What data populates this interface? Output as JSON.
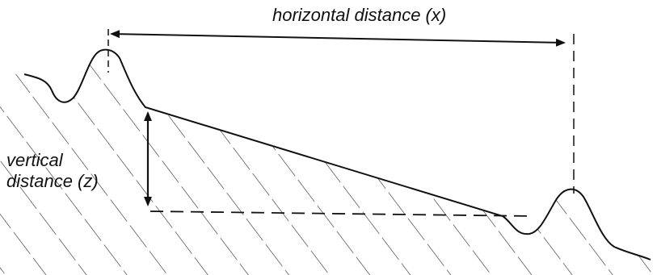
{
  "labels": {
    "horizontal": "horizontal distance (x)",
    "vertical_line1": "vertical",
    "vertical_line2": "distance (z)"
  },
  "colors": {
    "ink": "#111111",
    "background": "#ffffff"
  }
}
